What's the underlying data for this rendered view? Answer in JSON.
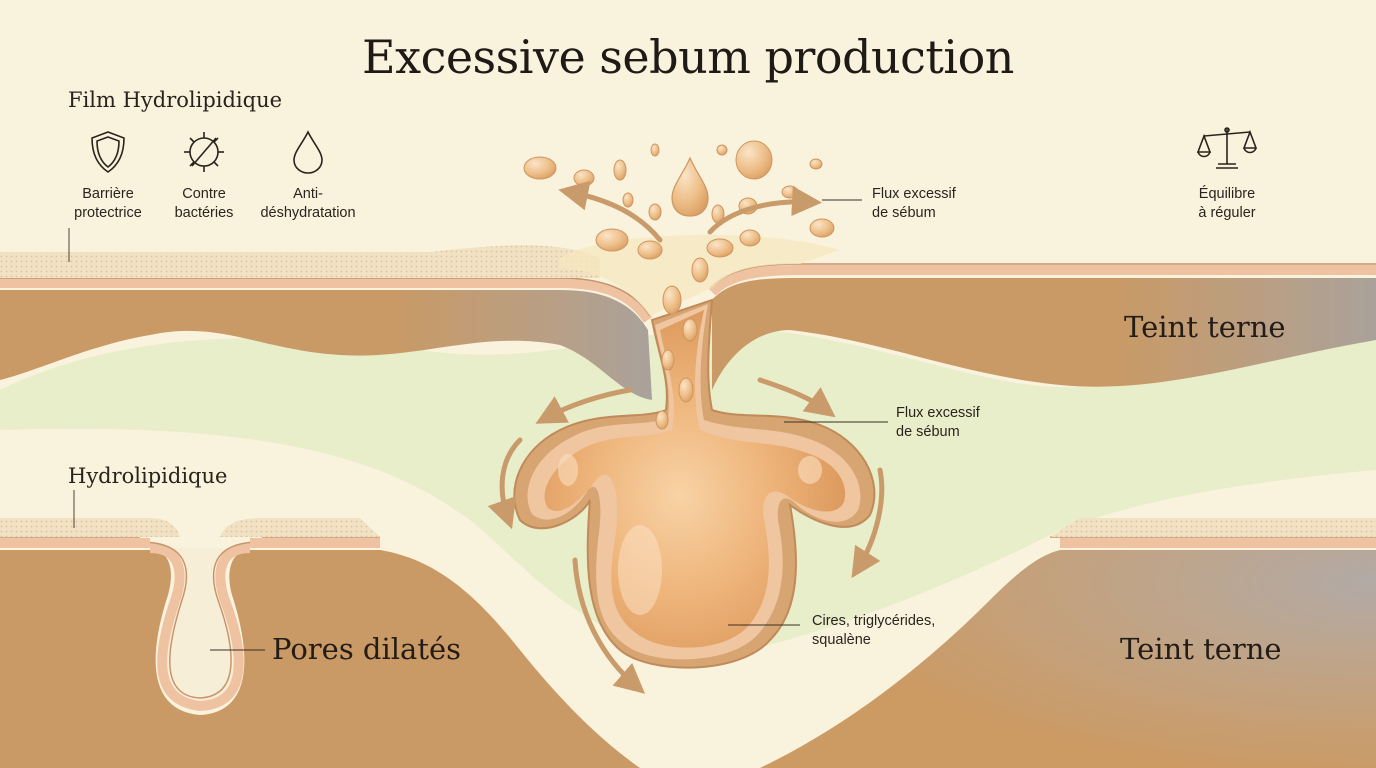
{
  "title": "Excessive sebum production",
  "film_heading": "Film Hydrolipidique",
  "hydro_heading": "Hydrolipidique",
  "features": [
    {
      "icon": "shield-icon",
      "line1": "Barrière",
      "line2": "protectrice"
    },
    {
      "icon": "anti-bacteria-icon",
      "line1": "Contre",
      "line2": "bactéries"
    },
    {
      "icon": "water-drop-icon",
      "line1": "Anti-",
      "line2": "déshydratation"
    }
  ],
  "balance": {
    "icon": "balance-scale-icon",
    "line1": "Équilibre",
    "line2": "à réguler"
  },
  "annotations": {
    "flux_top": {
      "line1": "Flux excessif",
      "line2": "de sébum"
    },
    "flux_mid": {
      "line1": "Flux excessif",
      "line2": "de sébum"
    },
    "composition": {
      "line1": "Cires, triglycérides,",
      "line2": "squalène"
    }
  },
  "labels": {
    "teint_terne_top": "Teint terne",
    "teint_terne_bottom": "Teint terne",
    "pores": "Pores dilatés"
  },
  "colors": {
    "background": "#f9f3de",
    "dermis": "#c99a65",
    "gland": "#e0aa6e",
    "sebum": "#eab37a",
    "skin_line": "#efc3a2",
    "tissue_green": "#e7ecc9",
    "grey_shade": "#a9a29b"
  }
}
